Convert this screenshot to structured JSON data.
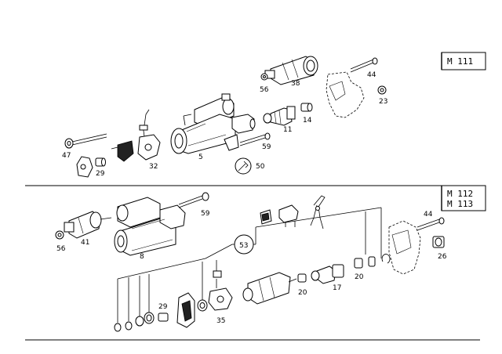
{
  "models": {
    "top": "M 111",
    "bottom_line1": "M 112",
    "bottom_line2": "M 113"
  },
  "top_labels": {
    "p38": "38",
    "p56": "56",
    "p44": "44",
    "p23": "23",
    "p11": "11",
    "p14": "14",
    "p59": "59",
    "p47": "47",
    "p29": "29",
    "p32": "32",
    "p5": "5",
    "p50": "50"
  },
  "bottom_labels": {
    "p59": "59",
    "p44": "44",
    "p56": "56",
    "p41": "41",
    "p8": "8",
    "p53": "53",
    "p26": "26",
    "p20a": "20",
    "p17": "17",
    "p20b": "20",
    "p29": "29",
    "p35": "35"
  }
}
